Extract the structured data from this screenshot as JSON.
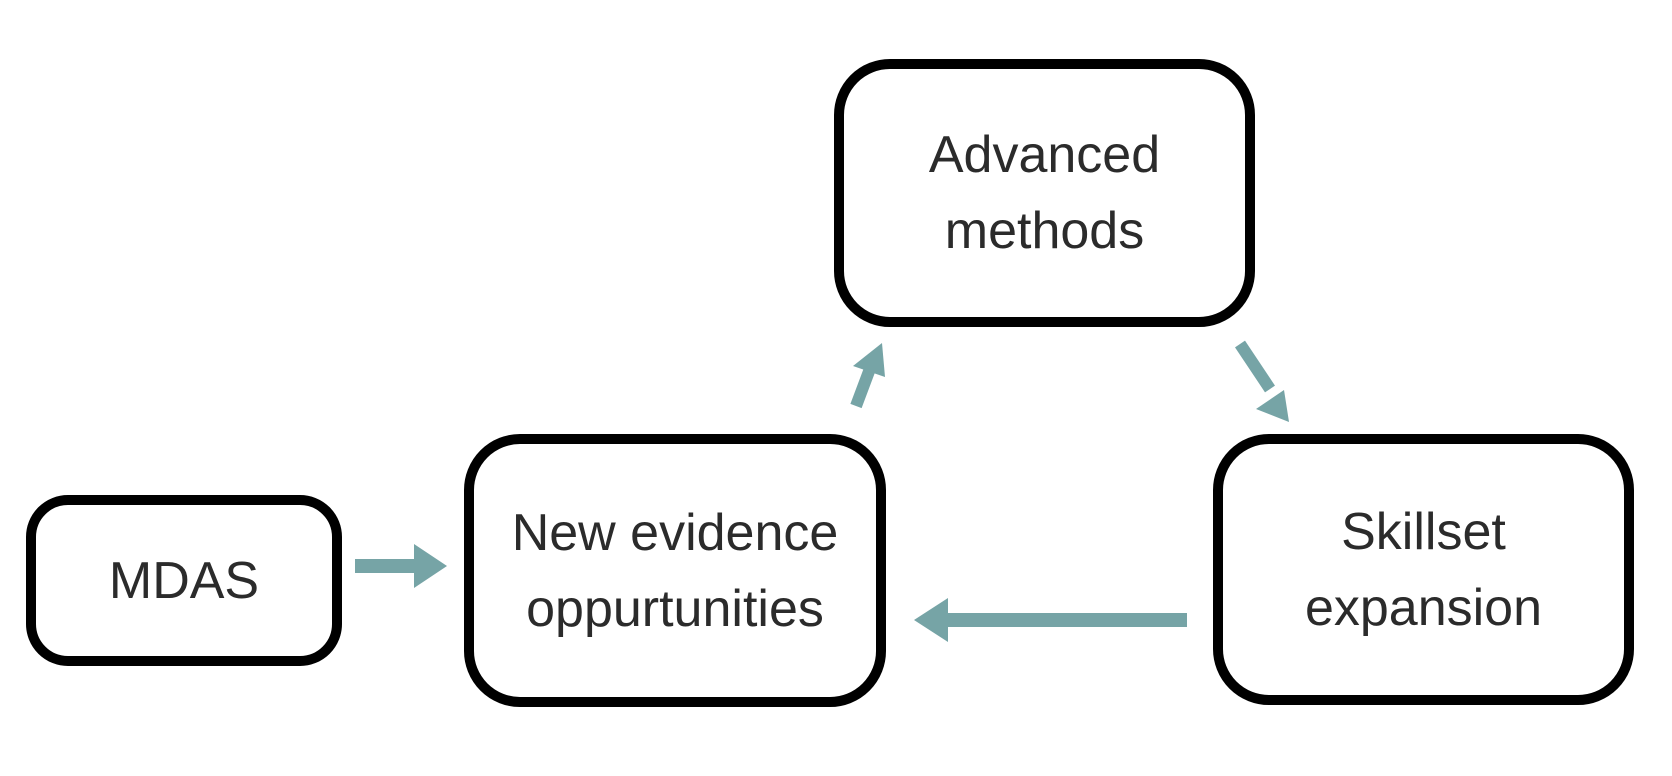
{
  "diagram": {
    "nodes": {
      "mdas": {
        "lines": [
          "MDAS"
        ]
      },
      "evidence": {
        "lines": [
          "New evidence",
          "oppurtunities"
        ]
      },
      "advanced": {
        "lines": [
          "Advanced",
          "methods"
        ]
      },
      "skillset": {
        "lines": [
          "Skillset",
          "expansion"
        ]
      }
    },
    "colors": {
      "arrow": "#76a4a6",
      "node_border": "#000000",
      "node_text": "#2b2b2b",
      "background": "#ffffff"
    }
  }
}
